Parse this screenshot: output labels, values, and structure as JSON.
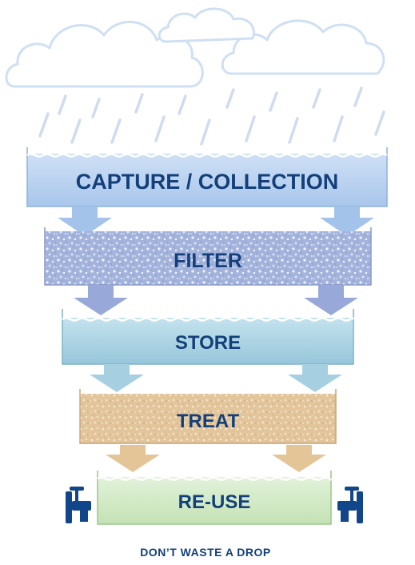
{
  "stages": [
    {
      "label": "CAPTURE / COLLECTION"
    },
    {
      "label": "FILTER"
    },
    {
      "label": "STORE"
    },
    {
      "label": "TREAT"
    },
    {
      "label": "RE-USE"
    }
  ],
  "tagline": "DON’T WASTE A DROP",
  "colors": {
    "label": "#13407a",
    "capture": "#b9d2ef",
    "filter": "#a7b7de",
    "store": "#abd3e3",
    "treat": "#e6c9a2",
    "reuse": "#d3ebc7",
    "cloud_outline": "#cfe0f2",
    "rain": "#cfdcef",
    "faucet": "#12468a"
  }
}
